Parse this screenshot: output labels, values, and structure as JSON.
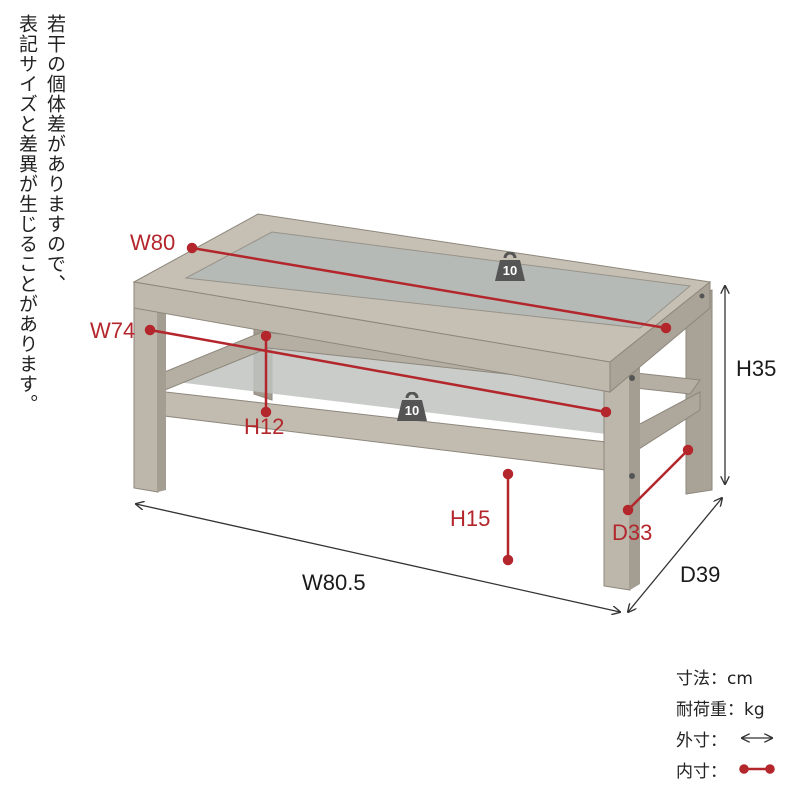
{
  "note": {
    "line1": "若干の個体差がありますので、",
    "line2": "表記サイズと差異が生じることがあります。"
  },
  "dimensions": {
    "outer": {
      "height": "H35",
      "width": "W80.5",
      "depth": "D39"
    },
    "inner": {
      "top_width": "W80",
      "shelf_width": "W74",
      "shelf_clearance": "H12",
      "floor_clearance": "H15",
      "shelf_depth": "D33"
    }
  },
  "load_limits": {
    "top": "10",
    "shelf": "10"
  },
  "legend": {
    "unit_size": "寸法：cm",
    "unit_load": "耐荷重：kg",
    "outer_label": "外寸：",
    "inner_label": "内寸："
  },
  "colors": {
    "inner_marker": "#b3262c",
    "outer_arrow": "#333333",
    "wood": "#b9b4a8",
    "glass": "#b8bcb8"
  }
}
